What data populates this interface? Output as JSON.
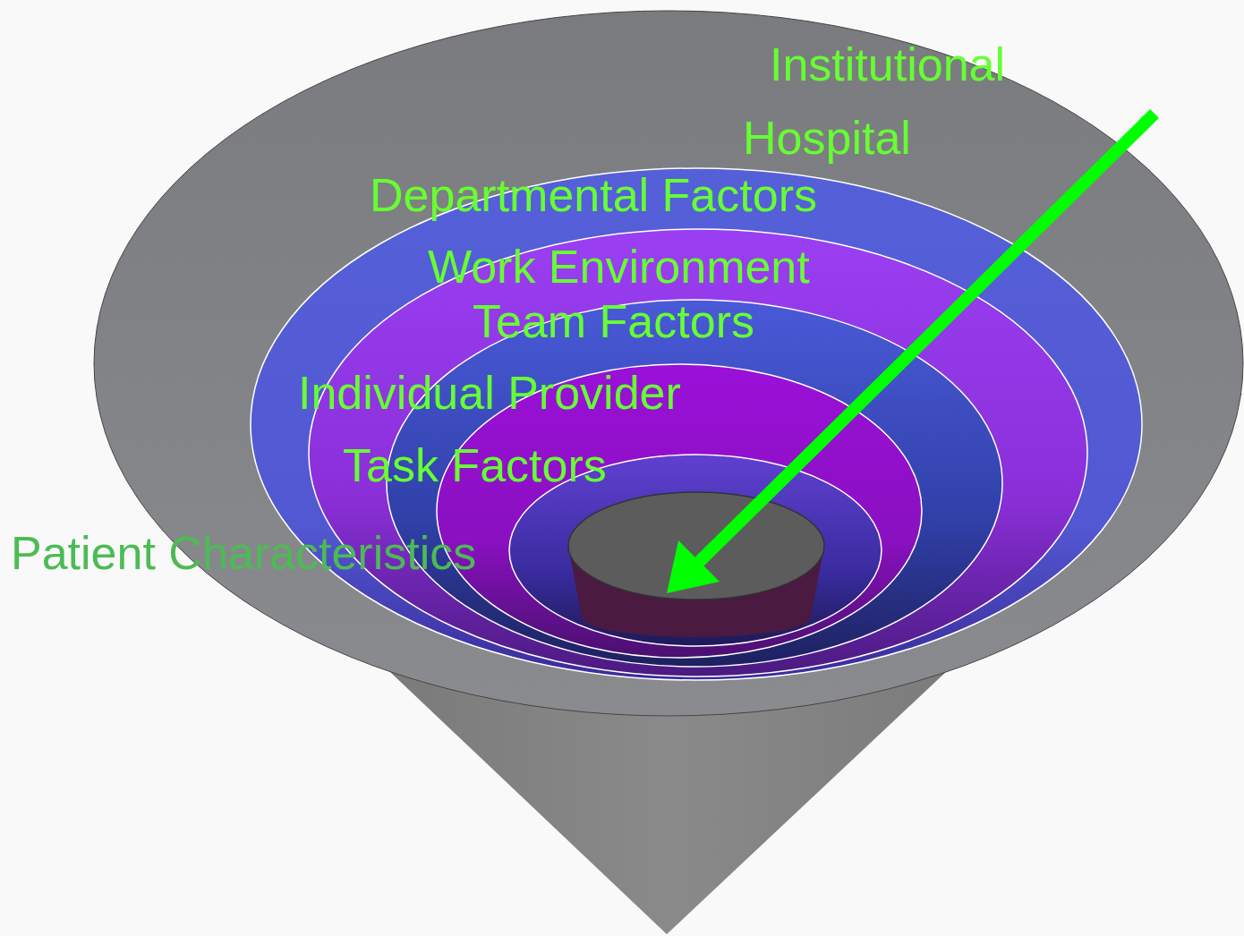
{
  "diagram": {
    "labels": [
      "Institutional",
      "Hospital",
      "Departmental Factors",
      "Work Environment",
      "Team Factors",
      "Individual Provider",
      "Task Factors",
      "Patient Characteristics"
    ]
  }
}
